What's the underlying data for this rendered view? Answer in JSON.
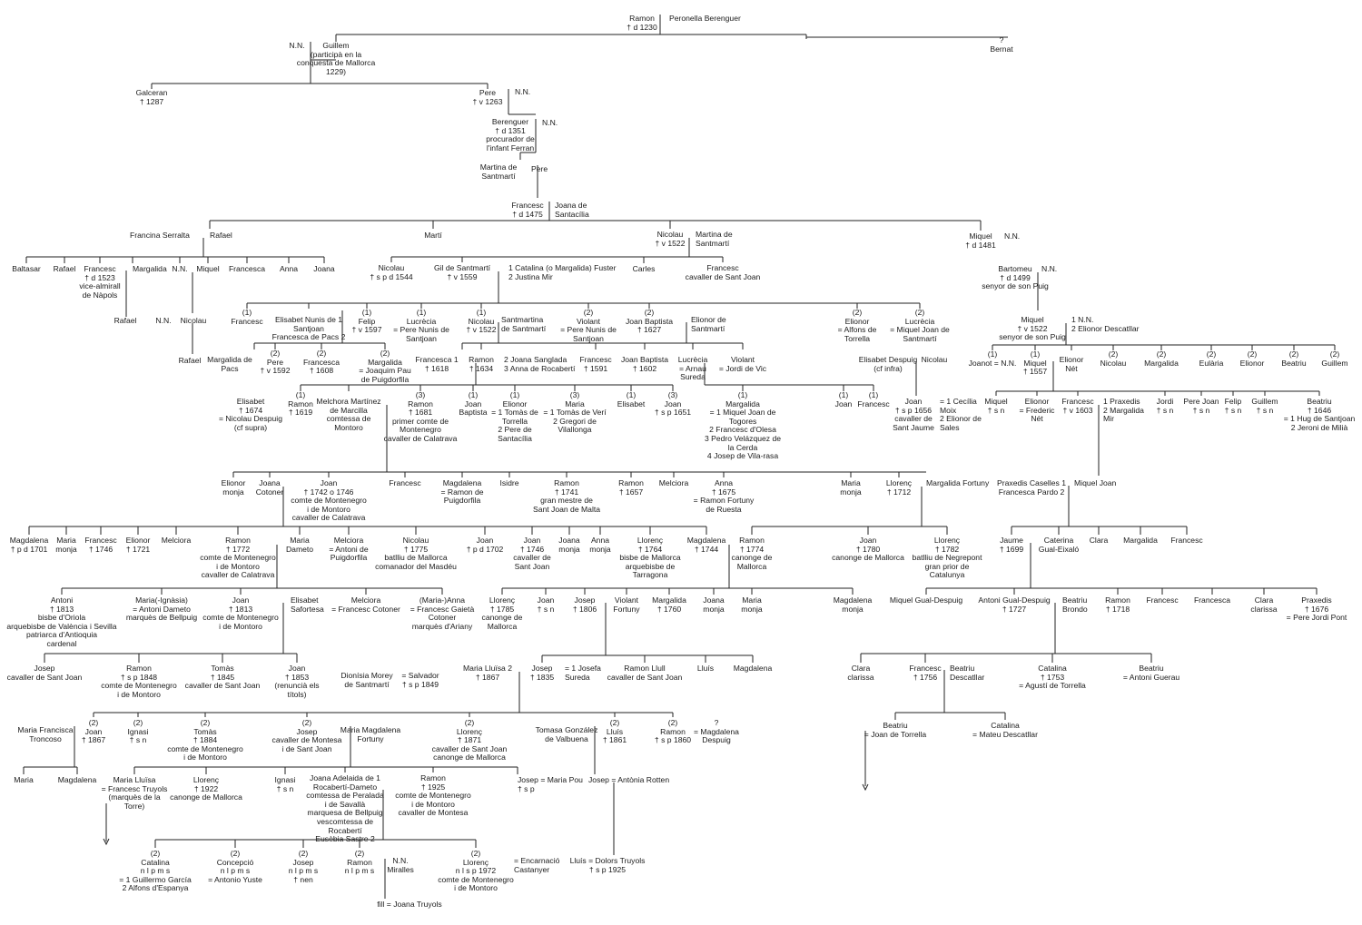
{
  "nodes": [
    {
      "id": "ramon1230",
      "text": "Ramon\n† d 1230"
    },
    {
      "id": "peronella",
      "text": "Peronella Berenguer"
    },
    {
      "id": "nn1",
      "text": "N.N."
    },
    {
      "id": "guillem",
      "text": "Guillem\n(participà en la\nconquesta de Mallorca\n1229)"
    },
    {
      "id": "bernat",
      "text": "?\nBernat"
    },
    {
      "id": "galceran",
      "text": "Galceran\n† 1287"
    },
    {
      "id": "pere1263",
      "text": "Pere\n† v 1263"
    },
    {
      "id": "nn2",
      "text": "N.N."
    },
    {
      "id": "berenguer",
      "text": "Berenguer\n† d 1351\nprocurador de\nl'infant Ferran"
    },
    {
      "id": "nn3",
      "text": "N.N."
    },
    {
      "id": "martina1",
      "text": "Martina de\nSantmartí"
    },
    {
      "id": "pere2",
      "text": "Pere"
    },
    {
      "id": "francesc1475",
      "text": "Francesc\n† d 1475"
    },
    {
      "id": "joana_sc",
      "text": "Joana de\nSantacília"
    },
    {
      "id": "francina",
      "text": "Francina Serralta"
    },
    {
      "id": "rafael1",
      "text": "Rafael"
    },
    {
      "id": "marti",
      "text": "Martí"
    },
    {
      "id": "nicolau1522",
      "text": "Nicolau\n† v 1522"
    },
    {
      "id": "martina2",
      "text": "Martina de\nSantmartí"
    },
    {
      "id": "miquel1481",
      "text": "Miquel\n† d 1481"
    },
    {
      "id": "nn4",
      "text": "N.N."
    },
    {
      "id": "baltasar",
      "text": "Baltasar"
    },
    {
      "id": "rafael2",
      "text": "Rafael"
    },
    {
      "id": "francesc1523",
      "text": "Francesc\n† d 1523\nvice-almirall\nde Nàpols"
    },
    {
      "id": "margalida1",
      "text": "Margalida"
    },
    {
      "id": "nn5",
      "text": "N.N."
    },
    {
      "id": "miquel2",
      "text": "Miquel"
    },
    {
      "id": "francesca1",
      "text": "Francesca"
    },
    {
      "id": "anna1",
      "text": "Anna"
    },
    {
      "id": "joana1",
      "text": "Joana"
    },
    {
      "id": "rafael3",
      "text": "Rafael"
    },
    {
      "id": "nn6",
      "text": "N.N."
    },
    {
      "id": "nicolau2",
      "text": "Nicolau"
    },
    {
      "id": "rafael4",
      "text": "Rafael"
    },
    {
      "id": "nicolau1544",
      "text": "Nicolau\n† s p d 1544"
    },
    {
      "id": "gil",
      "text": "Gil de Santmartí\n† v 1559"
    },
    {
      "id": "catalina_fuster",
      "text": "1 Catalina (o Margalida) Fuster\n2 Justina Mir"
    },
    {
      "id": "carles",
      "text": "Carles"
    },
    {
      "id": "francesc_sj",
      "text": "Francesc\ncavaller de Sant Joan"
    },
    {
      "id": "bartomeu",
      "text": "Bartomeu\n† d 1499\nsenyor de son Puig"
    },
    {
      "id": "nn7",
      "text": "N.N."
    },
    {
      "id": "francesc_g1",
      "text": "(1)\nFrancesc"
    },
    {
      "id": "elisabet_nunis",
      "text": "Elisabet Nunis de 1\nSantjoan\nFrancesca de Pacs 2"
    },
    {
      "id": "felip1597",
      "text": "(1)\nFelip\n† v 1597"
    },
    {
      "id": "lucrecia1",
      "text": "(1)\nLucrècia\n= Pere Nunis de\nSantjoan"
    },
    {
      "id": "nicolau1522b",
      "text": "(1)\nNicolau\n† v 1522"
    },
    {
      "id": "santmartina",
      "text": "Santmartina\nde Santmartí"
    },
    {
      "id": "violant1",
      "text": "(2)\nViolant\n= Pere Nunis de\nSantjoan"
    },
    {
      "id": "joanbap1627",
      "text": "(2)\nJoan Baptista\n† 1627"
    },
    {
      "id": "elionor_sm",
      "text": "Elionor de\nSantmartí"
    },
    {
      "id": "elionor_torrella",
      "text": "(2)\nElionor\n= Alfons de\nTorrella"
    },
    {
      "id": "lucrecia2",
      "text": "(2)\nLucrècia\n= Miquel Joan de\nSantmartí"
    },
    {
      "id": "miquel1522",
      "text": "Miquel\n† v 1522\nsenyor de son Puig"
    },
    {
      "id": "nn_descatllar",
      "text": "1 N.N.\n2 Elionor Descatllar"
    },
    {
      "id": "margalida_pacs",
      "text": "Margalida de\nPacs"
    },
    {
      "id": "pere1592",
      "text": "(2)\nPere\n† v 1592"
    },
    {
      "id": "francesca1608",
      "text": "(2)\nFrancesca\n† 1608"
    },
    {
      "id": "margalida_pau",
      "text": "(2)\nMargalida\n= Joaquim Pau\nde Puigdorfila"
    },
    {
      "id": "francesca1618",
      "text": "Francesca 1\n† 1618"
    },
    {
      "id": "ramon1634",
      "text": "Ramon\n† 1634"
    },
    {
      "id": "joana_sanglada",
      "text": "2 Joana Sanglada\n3 Anna de Rocabertí"
    },
    {
      "id": "francesc1591",
      "text": "Francesc\n† 1591"
    },
    {
      "id": "joanbap1602",
      "text": "Joan Baptista\n† 1602"
    },
    {
      "id": "lucrecia_sureda",
      "text": "Lucrècia\n= Arnau\nSureda"
    },
    {
      "id": "violant_vic",
      "text": "Violant\n= Jordi de Vic"
    },
    {
      "id": "elisabet_infra",
      "text": "Elisabet Despuig\n(cf infra)"
    },
    {
      "id": "nicolau_d",
      "text": "Nicolau"
    },
    {
      "id": "joanot",
      "text": "(1)\nJoanot = N.N."
    },
    {
      "id": "miquel1557",
      "text": "(1)\nMiquel\n† 1557"
    },
    {
      "id": "elionor_net",
      "text": "Elionor\nNét"
    },
    {
      "id": "nicolau3",
      "text": "(2)\nNicolau"
    },
    {
      "id": "margalida2",
      "text": "(2)\nMargalida"
    },
    {
      "id": "eularia",
      "text": "(2)\nEulària"
    },
    {
      "id": "elionor3",
      "text": "(2)\nElionor"
    },
    {
      "id": "beatriu1",
      "text": "(2)\nBeatriu"
    },
    {
      "id": "guillem2",
      "text": "(2)\nGuillem"
    },
    {
      "id": "elisabet1674",
      "text": "Elisabet\n† 1674\n= Nicolau Despuig\n(cf supra)"
    },
    {
      "id": "ramon1619",
      "text": "(1)\nRamon\n† 1619"
    },
    {
      "id": "melchora",
      "text": "Melchora Martínez\nde Marcilla\ncomtessa de\nMontoro"
    },
    {
      "id": "ramon1681",
      "text": "(3)\nRamon\n† 1681\nprimer comte de\nMontenegro\ncavaller de Calatrava"
    },
    {
      "id": "joanbap2",
      "text": "(1)\nJoan\nBaptista"
    },
    {
      "id": "elionor_torrella2",
      "text": "(1)\nElionor\n= 1 Tomàs de\nTorrella\n2 Pere de\nSantacília"
    },
    {
      "id": "maria_veri",
      "text": "(3)\nMaria\n= 1 Tomàs de Verí\n2 Gregori de\nVilallonga"
    },
    {
      "id": "elisabet2",
      "text": "(1)\nElisabet"
    },
    {
      "id": "joan1651",
      "text": "(3)\nJoan\n† s p 1651"
    },
    {
      "id": "margalida_togores",
      "text": "(1)\nMargalida\n= 1 Miquel Joan de\nTogores\n2 Francesc d'Olesa\n3 Pedro Velázquez de\nla Cerda\n4 Josep de Vila-rasa"
    },
    {
      "id": "joan_inf",
      "text": "(1)\nJoan"
    },
    {
      "id": "francesc_inf",
      "text": "(1)\nFrancesc"
    },
    {
      "id": "joan1656",
      "text": "Joan\n† s p 1656\ncavaller de\nSant Jaume"
    },
    {
      "id": "cecilia_moix",
      "text": "= 1 Cecília\nMoix\n2 Elionor de\nSales"
    },
    {
      "id": "miquel_sn",
      "text": "Miquel\n† s n"
    },
    {
      "id": "elionor_frederic",
      "text": "Elionor\n= Frederic\nNét"
    },
    {
      "id": "francesc1603",
      "text": "Francesc\n† v 1603"
    },
    {
      "id": "praxedis_mir",
      "text": "1 Praxedis\n2 Margalida\nMir"
    },
    {
      "id": "jordi",
      "text": "Jordi\n† s n"
    },
    {
      "id": "perejoan",
      "text": "Pere Joan\n† s n"
    },
    {
      "id": "felip2",
      "text": "Felip\n† s n"
    },
    {
      "id": "guillem3",
      "text": "Guillem\n† s n"
    },
    {
      "id": "beatriu1646",
      "text": "Beatriu\n† 1646\n= 1 Hug de Santjoan\n2 Jeroni de Milià"
    },
    {
      "id": "elionor_monja",
      "text": "Elionor\nmonja"
    },
    {
      "id": "joana_cotoner",
      "text": "Joana\nCotoner"
    },
    {
      "id": "joan1742",
      "text": "Joan\n† 1742 o 1746\ncomte de Montenegro\ni de Montoro\ncavaller de Calatrava"
    },
    {
      "id": "francesc2",
      "text": "Francesc"
    },
    {
      "id": "magdalena_puig",
      "text": "Magdalena\n= Ramon de\nPuigdorfila"
    },
    {
      "id": "isidre",
      "text": "Isidre"
    },
    {
      "id": "ramon1741",
      "text": "Ramon\n† 1741\ngran mestre de\nSant Joan de Malta"
    },
    {
      "id": "ramon1657",
      "text": "Ramon\n† 1657"
    },
    {
      "id": "melciora1",
      "text": "Melciora"
    },
    {
      "id": "anna1675",
      "text": "Anna\n† 1675\n= Ramon Fortuny\nde Ruesta"
    },
    {
      "id": "maria_monja1",
      "text": "Maria\nmonja"
    },
    {
      "id": "llorenc1712",
      "text": "Llorenç\n† 1712"
    },
    {
      "id": "margalida_fortuny",
      "text": "Margalida Fortuny"
    },
    {
      "id": "praxedis_caselles",
      "text": "Praxedis Caselles 1\nFrancesca Pardo 2"
    },
    {
      "id": "miquel_joan",
      "text": "Miquel Joan"
    },
    {
      "id": "magdalena1701",
      "text": "Magdalena\n† p d 1701"
    },
    {
      "id": "maria_monja2",
      "text": "Maria\nmonja"
    },
    {
      "id": "francesc1746",
      "text": "Francesc\n† 1746"
    },
    {
      "id": "elionor1721",
      "text": "Elionor\n† 1721"
    },
    {
      "id": "melciora2",
      "text": "Melciora"
    },
    {
      "id": "ramon1772",
      "text": "Ramon\n† 1772\ncomte de Montenegro\ni de Montoro\ncavaller de Calatrava"
    },
    {
      "id": "maria_dameto",
      "text": "Maria\nDameto"
    },
    {
      "id": "melciora_puig",
      "text": "Melciora\n= Antoni de\nPuigdorfila"
    },
    {
      "id": "nicolau1775",
      "text": "Nicolau\n† 1775\nbatlliu de Mallorca\ncomanador del Masdéu"
    },
    {
      "id": "joan1702",
      "text": "Joan\n† p d 1702"
    },
    {
      "id": "joan1746",
      "text": "Joan\n† 1746\ncavaller de\nSant Joan"
    },
    {
      "id": "joana_monja",
      "text": "Joana\nmonja"
    },
    {
      "id": "anna_monja",
      "text": "Anna\nmonja"
    },
    {
      "id": "llorenc1764",
      "text": "Llorenç\n† 1764\nbisbe de Mallorca\narquebisbe de\nTarragona"
    },
    {
      "id": "magdalena1744",
      "text": "Magdalena\n† 1744"
    },
    {
      "id": "ramon1774",
      "text": "Ramon\n† 1774\ncanonge de\nMallorca"
    },
    {
      "id": "joan1780",
      "text": "Joan\n† 1780\ncanonge de Mallorca"
    },
    {
      "id": "llorenc1782",
      "text": "Llorenç\n† 1782\nbatlliu de Negrepont\ngran prior de\nCatalunya"
    },
    {
      "id": "jaume1699",
      "text": "Jaume\n† 1699"
    },
    {
      "id": "caterina",
      "text": "Caterina\nGual-Eixaló"
    },
    {
      "id": "clara1",
      "text": "Clara"
    },
    {
      "id": "margalida3",
      "text": "Margalida"
    },
    {
      "id": "francesc3",
      "text": "Francesc"
    },
    {
      "id": "antoni1813",
      "text": "Antoni\n† 1813\nbisbe d'Oriola\narquebisbe de València i Sevilla\npatriarca d'Antioquia\ncardenal"
    },
    {
      "id": "maria_ignasia",
      "text": "Maria(-Ignàsia)\n= Antoni Dameto\nmarquès de Bellpuig"
    },
    {
      "id": "joan1813",
      "text": "Joan\n† 1813\ncomte de Montenegro\ni de Montoro"
    },
    {
      "id": "elisabet_safortesa",
      "text": "Elisabet\nSafortesa"
    },
    {
      "id": "melciora_cotoner",
      "text": "Melciora\n= Francesc Cotoner"
    },
    {
      "id": "maria_anna",
      "text": "(Maria-)Anna\n= Francesc Gaietà\nCotoner\nmarquès d'Ariany"
    },
    {
      "id": "llorenc1785",
      "text": "Llorenç\n† 1785\ncanonge de\nMallorca"
    },
    {
      "id": "joan_sn",
      "text": "Joan\n† s n"
    },
    {
      "id": "josep1806",
      "text": "Josep\n† 1806"
    },
    {
      "id": "violant_fortuny",
      "text": "Violant\nFortuny"
    },
    {
      "id": "margalida1760",
      "text": "Margalida\n† 1760"
    },
    {
      "id": "joana_monja2",
      "text": "Joana\nmonja"
    },
    {
      "id": "maria_monja3",
      "text": "Maria\nmonja"
    },
    {
      "id": "magdalena_monja",
      "text": "Magdalena\nmonja"
    },
    {
      "id": "miquel_gual",
      "text": "Miquel Gual-Despuig"
    },
    {
      "id": "antoni_gual",
      "text": "Antoni Gual-Despuig\n† 1727"
    },
    {
      "id": "beatriu_brondo",
      "text": "Beatriu\nBrondo"
    },
    {
      "id": "ramon1718",
      "text": "Ramon\n† 1718"
    },
    {
      "id": "francesc4",
      "text": "Francesc"
    },
    {
      "id": "francesca2",
      "text": "Francesca"
    },
    {
      "id": "clara_clarissa",
      "text": "Clara\nclarissa"
    },
    {
      "id": "praxedis1676",
      "text": "Praxedis\n† 1676\n= Pere Jordi Pont"
    },
    {
      "id": "josep_sj",
      "text": "Josep\ncavaller de Sant Joan"
    },
    {
      "id": "ramon1848",
      "text": "Ramon\n† s p 1848\ncomte de Montenegro\ni de Montoro"
    },
    {
      "id": "tomas1845",
      "text": "Tomàs\n† 1845\ncavaller de Sant Joan"
    },
    {
      "id": "joan1853",
      "text": "Joan\n† 1853\n(renuncià els\ntítols)"
    },
    {
      "id": "dionisia",
      "text": "Dionísia Morey\nde Santmartí"
    },
    {
      "id": "salvador",
      "text": "= Salvador\n† s p 1849"
    },
    {
      "id": "maria_lluisa2",
      "text": "Maria Lluïsa 2\n† 1867"
    },
    {
      "id": "josep1835",
      "text": "Josep\n† 1835"
    },
    {
      "id": "josefa_sureda",
      "text": "= 1 Josefa\nSureda"
    },
    {
      "id": "ramon_llull",
      "text": "Ramon Llull\ncavaller de Sant Joan"
    },
    {
      "id": "lluis1",
      "text": "Lluís"
    },
    {
      "id": "magdalena2",
      "text": "Magdalena"
    },
    {
      "id": "clara_clarissa2",
      "text": "Clara\nclarissa"
    },
    {
      "id": "francesc1756",
      "text": "Francesc\n† 1756"
    },
    {
      "id": "beatriu_descatllar",
      "text": "Beatriu\nDescatllar"
    },
    {
      "id": "catalina1753",
      "text": "Catalina\n† 1753\n= Agustí de Torrella"
    },
    {
      "id": "beatriu_guerau",
      "text": "Beatriu\n= Antoni Guerau"
    },
    {
      "id": "maria_francisca",
      "text": "Maria Francisca\nTroncoso"
    },
    {
      "id": "joan1867",
      "text": "(2)\nJoan\n† 1867"
    },
    {
      "id": "ignasi1",
      "text": "(2)\nIgnasi\n† s n"
    },
    {
      "id": "tomas1884",
      "text": "(2)\nTomàs\n† 1884\ncomte de Montenegro\ni de Montoro"
    },
    {
      "id": "josep_montesa",
      "text": "(2)\nJosep\ncavaller de Montesa\ni de Sant Joan"
    },
    {
      "id": "maria_magdalena",
      "text": "Maria Magdalena\nFortuny"
    },
    {
      "id": "llorenc1871",
      "text": "(2)\nLlorenç\n† 1871\ncavaller de Sant Joan\ncanonge de Mallorca"
    },
    {
      "id": "tomasa",
      "text": "Tomasa González\nde Valbuena"
    },
    {
      "id": "lluis1861",
      "text": "(2)\nLluís\n† 1861"
    },
    {
      "id": "ramon1860",
      "text": "(2)\nRamon\n† s p 1860"
    },
    {
      "id": "magdalena_despuig",
      "text": "?\n= Magdalena\nDespuig"
    },
    {
      "id": "beatriu_torrella",
      "text": "Beatriu\n= Joan de Torrella"
    },
    {
      "id": "catalina_descatllar",
      "text": "Catalina\n= Mateu Descatllar"
    },
    {
      "id": "maria1",
      "text": "Maria"
    },
    {
      "id": "magdalena3",
      "text": "Magdalena"
    },
    {
      "id": "maria_lluisa",
      "text": "Maria Lluïsa\n= Francesc Truyols\n(marquès de la\nTorre)"
    },
    {
      "id": "llorenc1922",
      "text": "Llorenç\n† 1922\ncanonge de Mallorca"
    },
    {
      "id": "ignasi2",
      "text": "Ignasi\n† s n"
    },
    {
      "id": "joana_adelaida",
      "text": "Joana Adelaida de 1\nRocabertí-Dameto\ncomtessa de Peralada\ni de Savallà\nmarquesa de Bellpuig\nvescomtessa de\nRocabertí\nEusèbia Sastre 2"
    },
    {
      "id": "ramon1925",
      "text": "Ramon\n† 1925\ncomte de Montenegro\ni de Montoro\ncavaller de Montesa"
    },
    {
      "id": "josep_pou",
      "text": "Josep = Maria Pou\n† s p"
    },
    {
      "id": "josep_rotten",
      "text": "Josep = Antònia Rotten"
    },
    {
      "id": "catalina_garcia",
      "text": "(2)\nCatalina\nn l p m s\n= 1 Guillermo García\n2 Alfons d'Espanya"
    },
    {
      "id": "concepcio",
      "text": "(2)\nConcepció\nn l p m s\n= Antonio Yuste"
    },
    {
      "id": "josep_nen",
      "text": "(2)\nJosep\nn l p m s\n† nen"
    },
    {
      "id": "ramon_nlpms",
      "text": "(2)\nRamon\nn l p m s"
    },
    {
      "id": "nn_miralles",
      "text": "N.N.\nMiralles"
    },
    {
      "id": "llorenc1972",
      "text": "(2)\nLlorenç\nn l s p 1972\ncomte de Montenegro\ni de Montoro"
    },
    {
      "id": "encarnacio",
      "text": "= Encarnació\nCastanyer"
    },
    {
      "id": "lluis1925",
      "text": "Lluís = Dolors Truyols\n† s p 1925"
    },
    {
      "id": "fill",
      "text": "fill = Joana Truyols"
    },
    {
      "id": "anot1",
      "text": "(1)"
    },
    {
      "id": "anot2",
      "text": "(1)"
    }
  ]
}
